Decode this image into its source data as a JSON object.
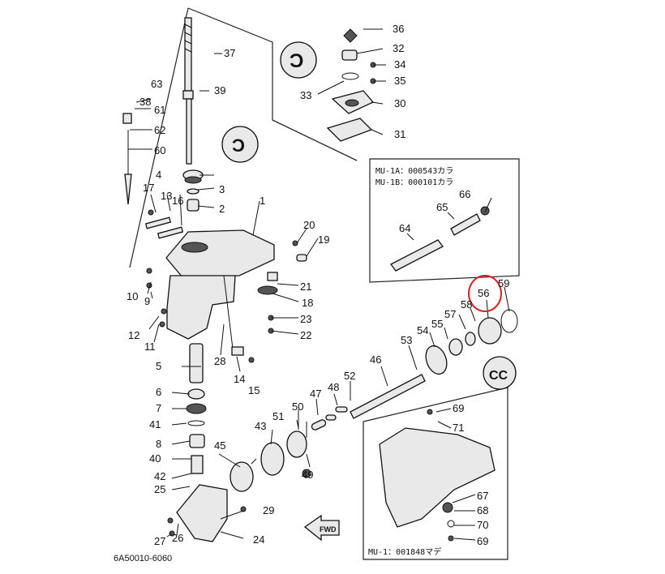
{
  "diagram_code": "6A50010-6060",
  "highlight_color": "#d62020",
  "highlighted_part": "56",
  "fwd_label": "FWD",
  "box_mu1a": {
    "line1": "MU-1A：000543カラ",
    "line2": "MU-1B：000101カラ"
  },
  "box_mu1": {
    "footer": "MU-1：001848マデ"
  },
  "callouts": {
    "n1": "1",
    "n2": "2",
    "n3": "3",
    "n4": "4",
    "n5": "5",
    "n6": "6",
    "n7": "7",
    "n8": "8",
    "n9": "9",
    "n10": "10",
    "n11": "11",
    "n12": "12",
    "n13": "13",
    "n14": "14",
    "n15": "15",
    "n16": "16",
    "n17": "17",
    "n18": "18",
    "n19": "19",
    "n20": "20",
    "n21": "21",
    "n22": "22",
    "n23": "23",
    "n24": "24",
    "n25": "25",
    "n26": "26",
    "n27": "27",
    "n28": "28",
    "n29": "29",
    "n30": "30",
    "n31": "31",
    "n32": "32",
    "n33": "33",
    "n34": "34",
    "n35": "35",
    "n36": "36",
    "n37": "37",
    "n38": "38",
    "n39": "39",
    "n40": "40",
    "n41": "41",
    "n42": "42",
    "n43": "43",
    "n45": "45",
    "n46": "46",
    "n47": "47",
    "n48": "48",
    "n49": "49",
    "n50": "50",
    "n51": "51",
    "n52": "52",
    "n53": "53",
    "n54": "54",
    "n55": "55",
    "n56": "56",
    "n57": "57",
    "n58": "58",
    "n59": "59",
    "n60": "60",
    "n61": "61",
    "n62": "62",
    "n63": "63",
    "n64": "64",
    "n65": "65",
    "n66": "66",
    "n67": "67",
    "n68": "68",
    "n69a": "69",
    "n69b": "69",
    "n70": "70",
    "n71": "71"
  }
}
